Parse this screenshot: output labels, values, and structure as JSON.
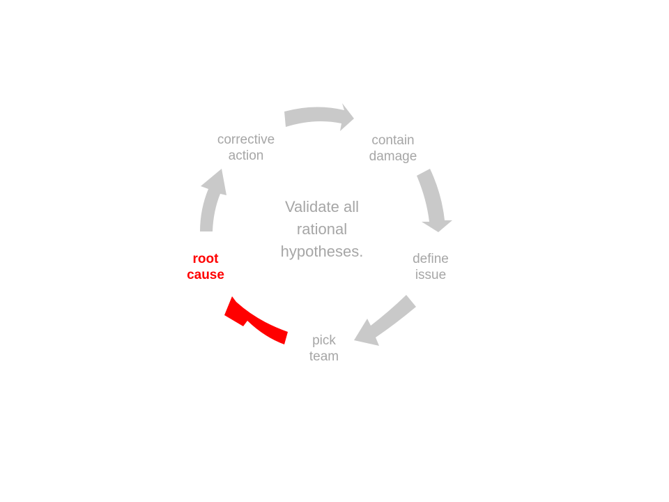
{
  "diagram": {
    "center_text": [
      "Validate all",
      "rational",
      "hypotheses."
    ],
    "steps": [
      {
        "id": "contain-damage",
        "lines": [
          "contain",
          "damage"
        ],
        "active": false
      },
      {
        "id": "define-issue",
        "lines": [
          "define",
          "issue"
        ],
        "active": false
      },
      {
        "id": "pick-team",
        "lines": [
          "pick",
          "team"
        ],
        "active": false
      },
      {
        "id": "root-cause",
        "lines": [
          "root",
          "cause"
        ],
        "active": true
      },
      {
        "id": "corrective-action",
        "lines": [
          "corrective",
          "action"
        ],
        "active": false
      }
    ],
    "colors": {
      "inactive_text": "#a6a6a6",
      "active_text": "#ff0000",
      "inactive_arrow": "#c9c9c9",
      "active_arrow": "#ff0000",
      "center_text": "#a6a6a6"
    }
  }
}
